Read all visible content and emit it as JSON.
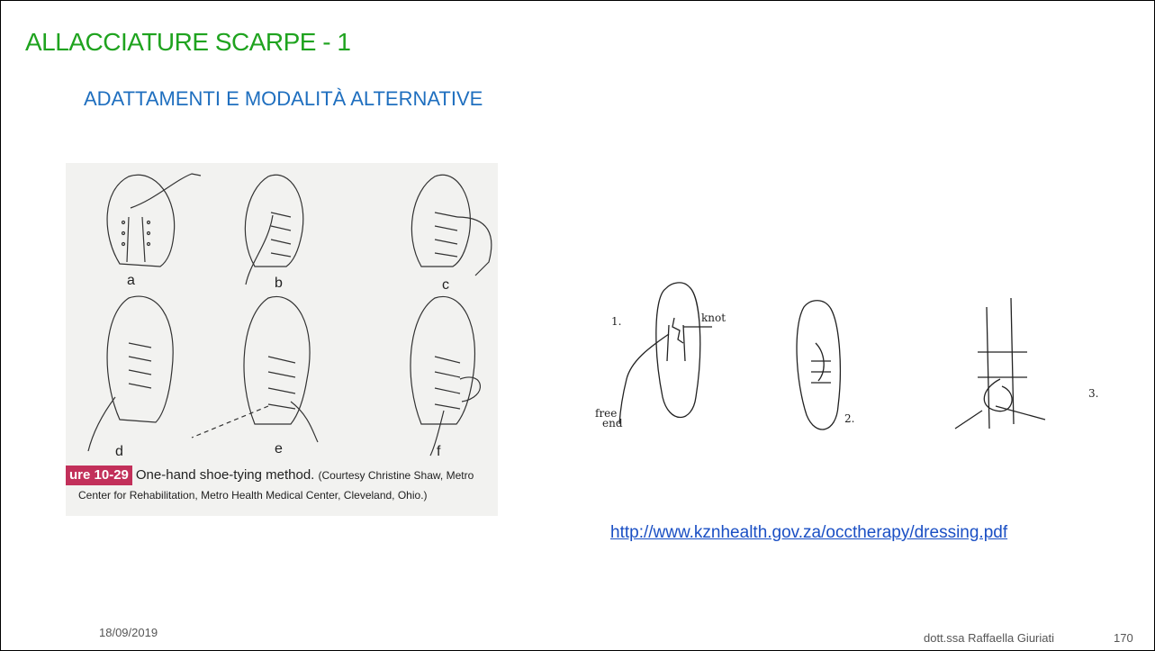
{
  "slide": {
    "title": "ALLACCIATURE SCARPE - 1",
    "subtitle": "ADATTAMENTI  E MODALITÀ ALTERNATIVE",
    "title_color": "#1fa31f",
    "subtitle_color": "#1f6fbf"
  },
  "left_figure": {
    "panel_labels": [
      "a",
      "b",
      "c",
      "d",
      "e",
      "f"
    ],
    "caption_badge": "ure 10-29",
    "caption_text": "One-hand shoe-tying method.",
    "caption_credit": "(Courtesy Christine Shaw, Metro",
    "caption_line2": "Center for Rehabilitation, Metro Health Medical Center, Cleveland, Ohio.)"
  },
  "right_figure": {
    "step_labels": [
      "1.",
      "2.",
      "3."
    ],
    "knot_label": "knot",
    "free_end_label_1": "free",
    "free_end_label_2": "end"
  },
  "link": {
    "text": "http://www.kznhealth.gov.za/occtherapy/dressing.pdf"
  },
  "footer": {
    "date": "18/09/2019",
    "author": "dott.ssa Raffaella Giuriati",
    "page": "170"
  }
}
